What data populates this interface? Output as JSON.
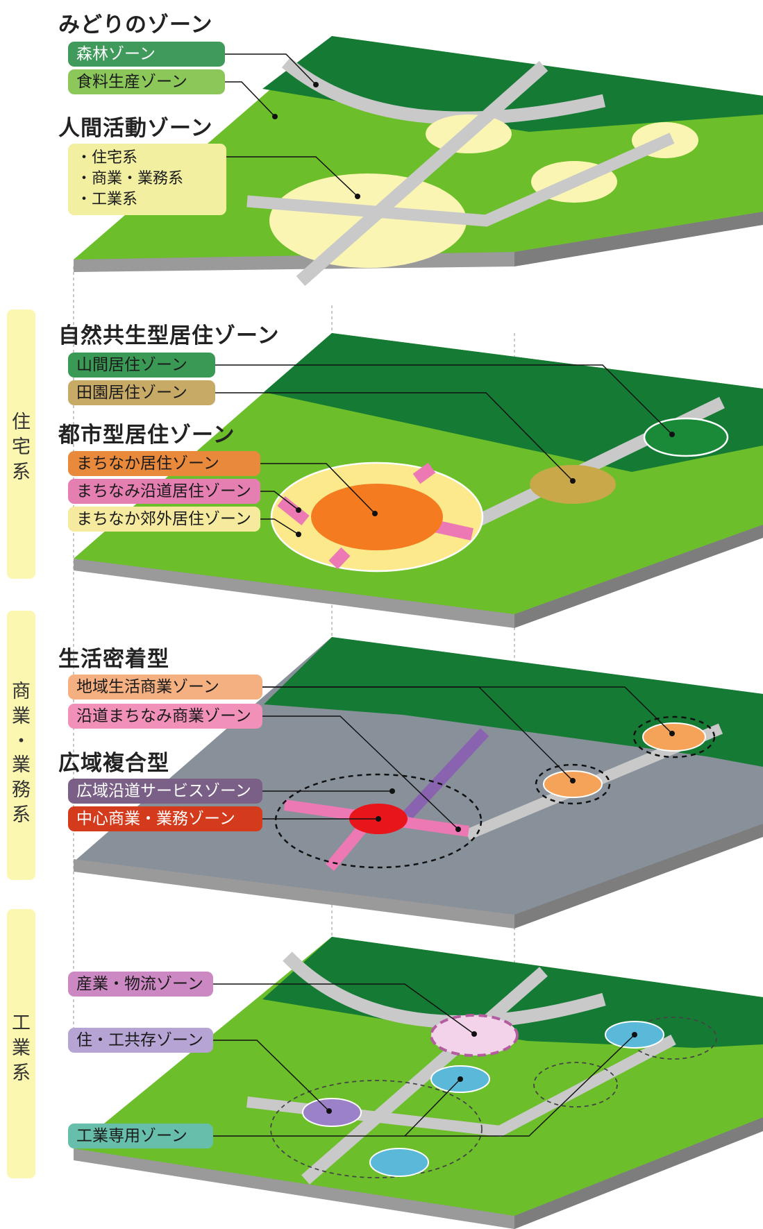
{
  "side_bands": [
    {
      "chars": [
        "住",
        "宅",
        "系"
      ]
    },
    {
      "chars": [
        "商",
        "業",
        "・",
        "業",
        "務",
        "系"
      ]
    },
    {
      "chars": [
        "工",
        "業",
        "系"
      ]
    }
  ],
  "layer1": {
    "heading": "みどりのゾーン",
    "labels": {
      "forest": "森林ゾーン",
      "food": "食料生産ゾーン"
    },
    "subheading": "人間活動ゾーン",
    "bullets": [
      "・住宅系",
      "・商業・業務系",
      "・工業系"
    ]
  },
  "layer2": {
    "heading": "自然共生型居住ゾーン",
    "labels": {
      "mountain": "山間居住ゾーン",
      "rural": "田園居住ゾーン"
    },
    "subheading": "都市型居住ゾーン",
    "labels2": {
      "center": "まちなか居住ゾーン",
      "roadside": "まちなみ沿道居住ゾーン",
      "suburb": "まちなか郊外居住ゾーン"
    }
  },
  "layer3": {
    "heading": "生活密着型",
    "labels": {
      "local": "地域生活商業ゾーン",
      "street": "沿道まちなみ商業ゾーン"
    },
    "subheading": "広域複合型",
    "labels2": {
      "service": "広域沿道サービスゾーン",
      "core": "中心商業・業務ゾーン"
    }
  },
  "layer4": {
    "labels": {
      "logistics": "産業・物流ゾーン",
      "mixed": "住・工共存ゾーン",
      "exclusive": "工業専用ゾーン"
    }
  },
  "colors": {
    "land": "#6cbf2a",
    "forest": "#157a34",
    "road": "#c9c9c9",
    "human": "#fbf5b4",
    "mountain": "#1a8a38",
    "rural": "#c9a84a",
    "town_center": "#f47b20",
    "town_ring": "#fbe98c",
    "town_road": "#ec79b4",
    "local_commerce": "#f6a35a",
    "core": "#e8151b",
    "service_road": "#8a63b0",
    "logistics": "#f2d3ea",
    "mixed": "#9b82c8",
    "industrial": "#5ab8d8"
  }
}
